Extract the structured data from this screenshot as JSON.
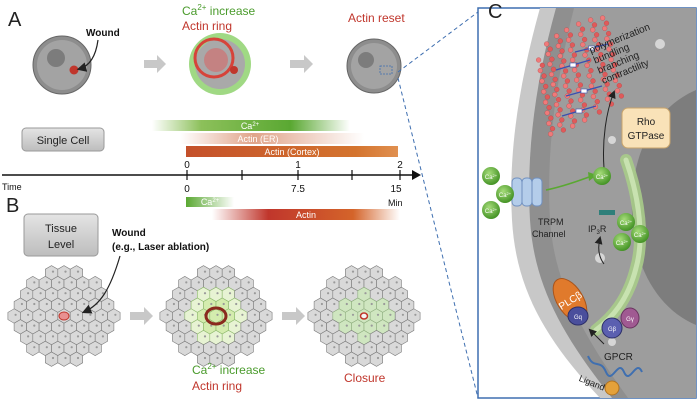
{
  "panels": {
    "a": "A",
    "b": "B",
    "c": "C"
  },
  "panel_a": {
    "wound_label": "Wound",
    "stage2_line1": "Ca",
    "stage2_sup": "2+",
    "stage2_line1_rest": " increase",
    "stage2_line2": "Actin ring",
    "stage3": "Actin reset",
    "single_cell_box": "Single Cell",
    "bar_ca": "Ca",
    "bar_ca_sup": "2+",
    "bar_er": "Actin (ER)",
    "bar_cortex": "Actin (Cortex)",
    "upper_ticks": [
      "0",
      "1",
      "2"
    ],
    "lower_ticks": [
      "0",
      "7.5",
      "15"
    ],
    "time_label": "Time",
    "min_label": "Min"
  },
  "panel_b": {
    "bar_ca": "Ca",
    "bar_ca_sup": "2+",
    "bar_actin": "Actin",
    "tissue_line1": "Tissue",
    "tissue_line2": "Level",
    "wound_line1": "Wound",
    "wound_line2": "(e.g., Laser ablation)",
    "stage2_line1": "Ca",
    "stage2_sup": "2+",
    "stage2_line1_rest": " increase",
    "stage2_line2": "Actin ring",
    "stage3": "Closure"
  },
  "panel_c": {
    "process_labels": [
      "polymerization",
      "bundling",
      "branching",
      "contractility"
    ],
    "rho_line1": "Rho",
    "rho_line2": "GTPase",
    "ion": "Ca",
    "ion_sup": "2+",
    "trpm_line1": "TRPM",
    "trpm_line2": "Channel",
    "ip3r_a": "IP",
    "ip3r_sub": "3",
    "ip3r_b": "R",
    "plcb": "PLCβ",
    "gq": "Gq",
    "gb": "Gβ",
    "gy": "Gγ",
    "gpcr": "GPCR",
    "ligand": "Ligand"
  },
  "colors": {
    "green": "#5aa832",
    "red": "#c0362c",
    "orange": "#d4642a",
    "cell_gray": "#9a9a9a",
    "border_blue": "#3f6fb0"
  }
}
